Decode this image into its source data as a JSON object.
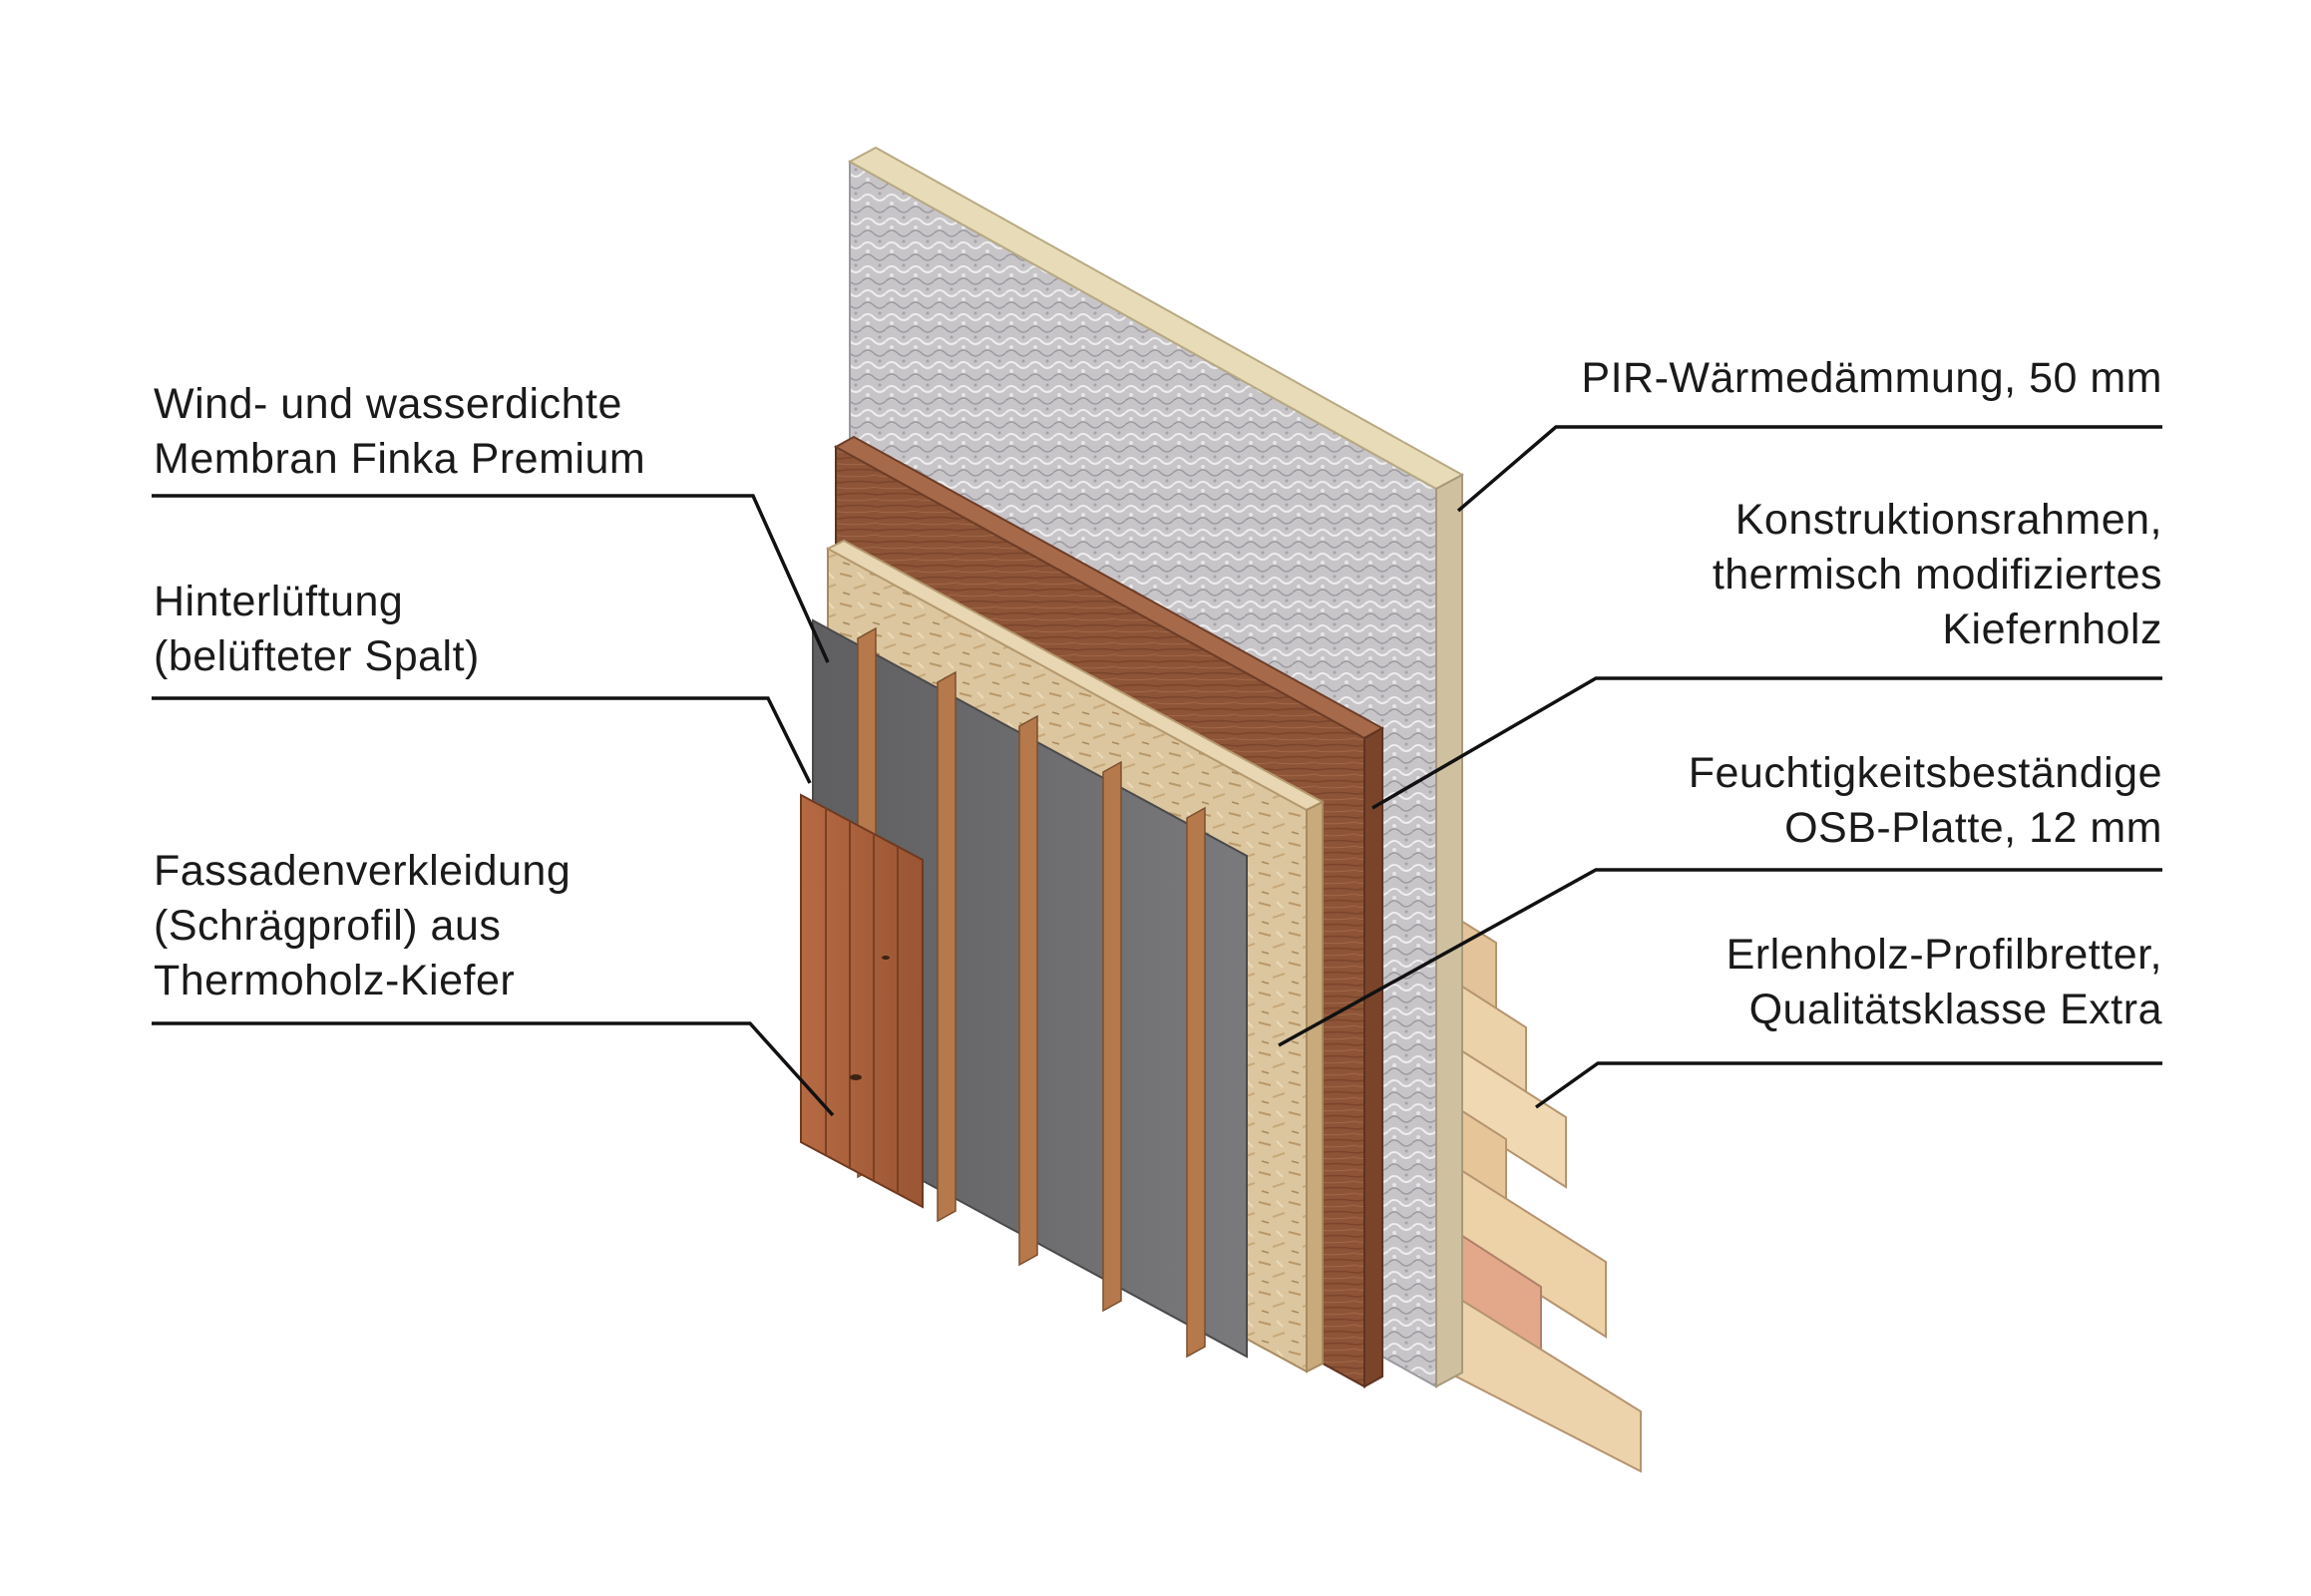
{
  "labels_left": [
    {
      "id": "membrane",
      "lines": [
        "Wind- und wasserdichte",
        "Membran Finka Premium"
      ]
    },
    {
      "id": "ventilation",
      "lines": [
        "Hinterlüftung",
        "(belüfteter Spalt)"
      ]
    },
    {
      "id": "cladding",
      "lines": [
        "Fassadenverkleidung",
        "(Schrägprofil) aus",
        "Thermoholz-Kiefer"
      ]
    }
  ],
  "labels_right": [
    {
      "id": "insulation",
      "lines": [
        "PIR-Wärmedämmung, 50 mm"
      ]
    },
    {
      "id": "frame",
      "lines": [
        "Konstruktionsrahmen,",
        "thermisch modifiziertes",
        "Kiefernholz"
      ]
    },
    {
      "id": "osb",
      "lines": [
        "Feuchtigkeitsbeständige",
        "OSB-Platte, 12 mm"
      ]
    },
    {
      "id": "alder",
      "lines": [
        "Erlenholz-Profilbretter,",
        "Qualitätsklasse Extra"
      ]
    }
  ],
  "colors": {
    "leader": "#111111",
    "insulation_foil": "#c9c6ca",
    "insulation_edge": "#e6dcb9",
    "frame_wood": "#8b5236",
    "osb": "#dcc7a0",
    "membrane": "#6b6a6c",
    "batten": "#b3784a",
    "cladding": "#a8603a",
    "alder": "#e8c9a0"
  }
}
